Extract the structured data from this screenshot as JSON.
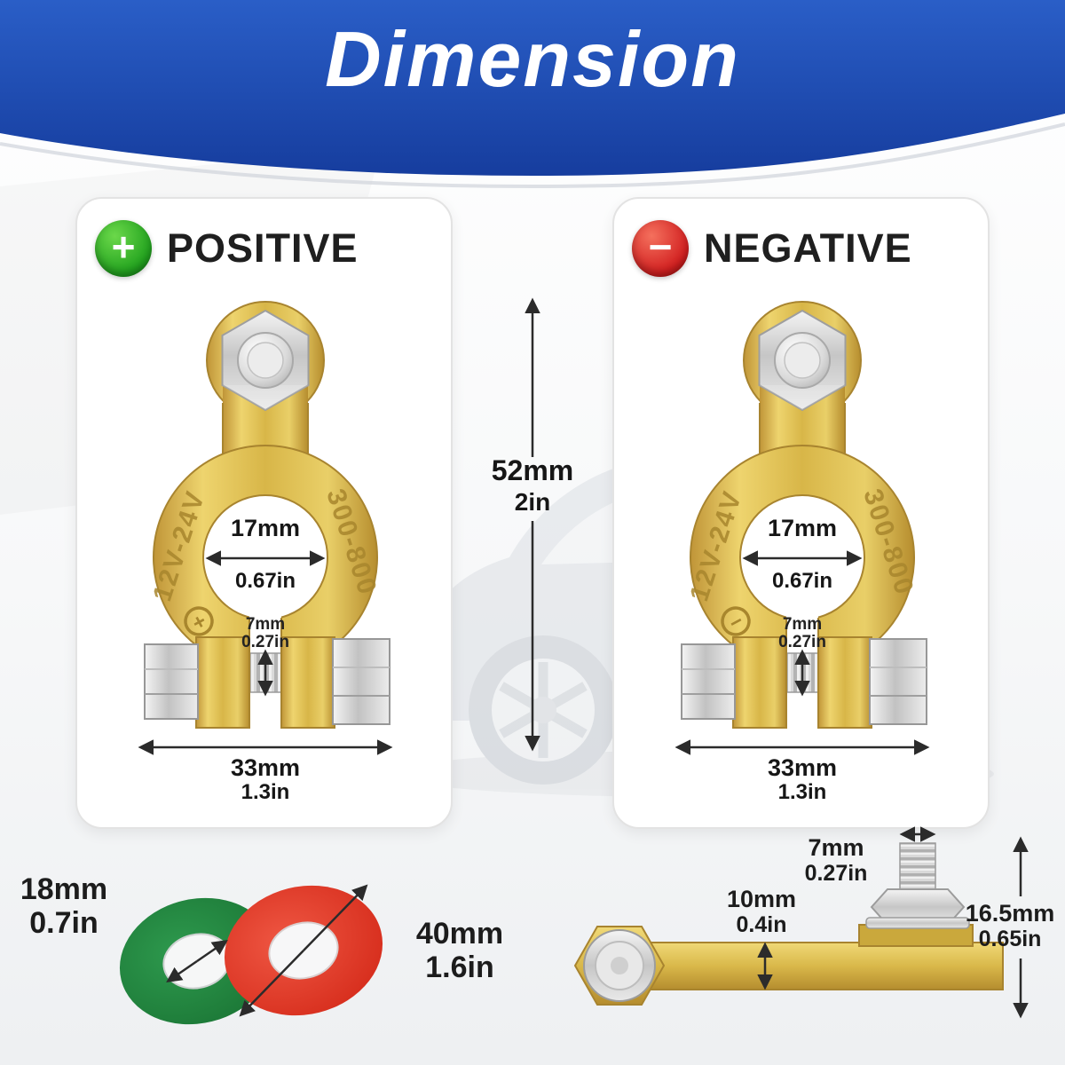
{
  "title": "Dimension",
  "positive": {
    "label": "POSITIVE",
    "badge_sign": "+",
    "marking_left": "12V-24V",
    "marking_right": "300-800",
    "symbol_sign": "+",
    "hole_mm": "17mm",
    "hole_in": "0.67in",
    "bolt_mm": "7mm",
    "bolt_in": "0.27in",
    "width_mm": "33mm",
    "width_in": "1.3in"
  },
  "negative": {
    "label": "NEGATIVE",
    "badge_sign": "−",
    "marking_left": "12V-24V",
    "marking_right": "300-800",
    "symbol_sign": "−",
    "hole_mm": "17mm",
    "hole_in": "0.67in",
    "bolt_mm": "7mm",
    "bolt_in": "0.27in",
    "width_mm": "33mm",
    "width_in": "1.3in"
  },
  "overall_height": {
    "mm": "52mm",
    "in": "2in"
  },
  "washers": {
    "inner_mm": "18mm",
    "inner_in": "0.7in",
    "outer_mm": "40mm",
    "outer_in": "1.6in"
  },
  "side_view": {
    "stud_mm": "7mm",
    "stud_in": "0.27in",
    "thickness_mm": "10mm",
    "thickness_in": "0.4in",
    "height_mm": "16.5mm",
    "height_in": "0.65in"
  },
  "colors": {
    "header_blue": "#1d48ab",
    "positive_green": "#23a31f",
    "negative_red": "#d22020",
    "terminal_gold": "#d8b648",
    "washer_green": "#1d7a38",
    "washer_red": "#d8301f"
  }
}
